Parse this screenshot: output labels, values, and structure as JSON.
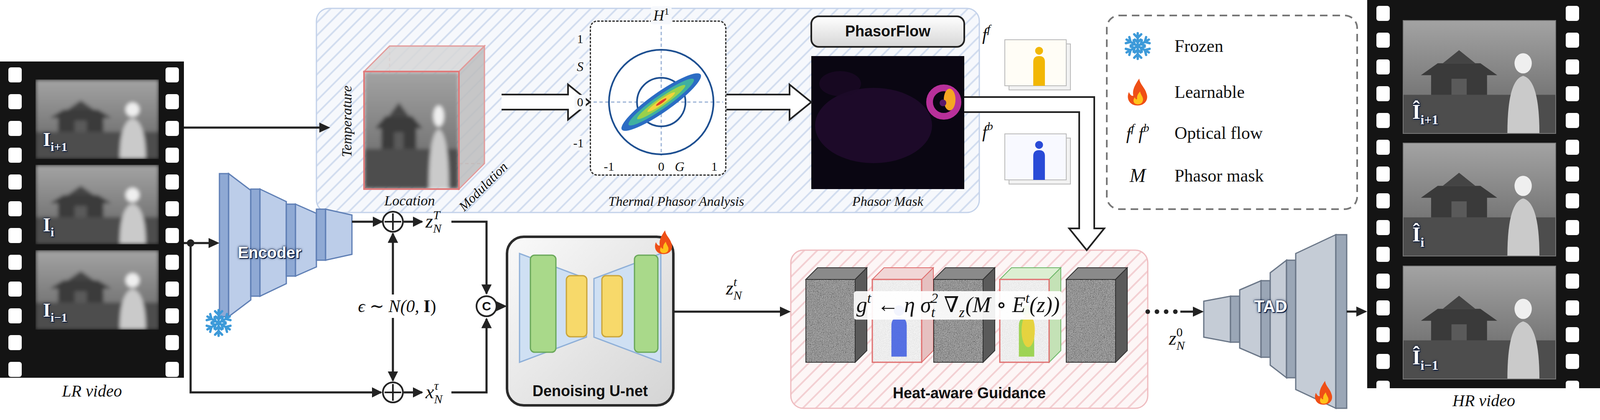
{
  "diagram": {
    "nodes": [
      {
        "text": [
          "LR video"
        ]
      },
      {
        "text": [
          "I",
          "i+1"
        ],
        "in": 0
      },
      {
        "text": [
          "I",
          "i"
        ],
        "in": 0
      },
      {
        "text": [
          "I",
          "i−1"
        ],
        "in": 0
      },
      {
        "text": [
          "Temperature",
          "Location",
          "Modulation"
        ]
      },
      {
        "text": [
          "Thermal Phasor Analysis"
        ]
      },
      {
        "text": [
          "PhasorFlow"
        ]
      },
      {
        "text": [
          "Phasor Mask"
        ]
      },
      {
        "text": [
          "f",
          "f"
        ]
      },
      {
        "text": [
          "f",
          "b"
        ]
      },
      {
        "text": [
          "Encoder"
        ]
      },
      {
        "text": [
          "C"
        ]
      },
      {
        "text": [
          "Denoising U-net"
        ]
      },
      {
        "text": [
          "g",
          "t",
          "← η σ",
          "t",
          "2",
          "∇",
          "z",
          "(M ∘ E",
          "t",
          "(z))",
          "Heat-aware Guidance"
        ]
      },
      {
        "text": [
          "TAD"
        ]
      },
      {
        "text": [
          "HR video"
        ]
      },
      {
        "text": [
          "Î",
          "i+1"
        ],
        "in": 15
      },
      {
        "text": [
          "Î",
          "i"
        ],
        "in": 15
      },
      {
        "text": [
          "Î",
          "i−1"
        ],
        "in": 15
      }
    ],
    "edges": [
      {
        "from": 0,
        "to": 10,
        "arrow": "to"
      },
      {
        "from": 0,
        "to": 4,
        "arrow": "to"
      },
      {
        "from": 4,
        "to": 5,
        "arrow": "to"
      },
      {
        "from": 5,
        "to": 7,
        "arrow": "to"
      },
      {
        "from": 7,
        "to": 13,
        "arrow": "to"
      },
      {
        "from": 11,
        "to": 12,
        "arrow": "to"
      },
      {
        "from": 12,
        "to": 13,
        "arrow": "to"
      },
      {
        "from": 13,
        "to": 14,
        "arrow": "to"
      },
      {
        "from": 14,
        "to": 15,
        "arrow": "to"
      }
    ],
    "labels": [
      "H",
      "1",
      "1",
      "S",
      "0",
      "-1",
      "-1",
      "0",
      "G",
      "1",
      "z",
      "N",
      "T",
      "ϵ ∼ N(0,",
      "I",
      ")",
      "x",
      "N",
      "τ",
      "z",
      "N",
      "t",
      "z",
      "N",
      "0",
      "f",
      "f",
      "f",
      "b",
      "M"
    ],
    "legend": [
      {
        "text": "Frozen"
      },
      {
        "text": "Learnable"
      },
      {
        "text": "Optical flow"
      },
      {
        "text": "Phasor mask"
      }
    ]
  }
}
